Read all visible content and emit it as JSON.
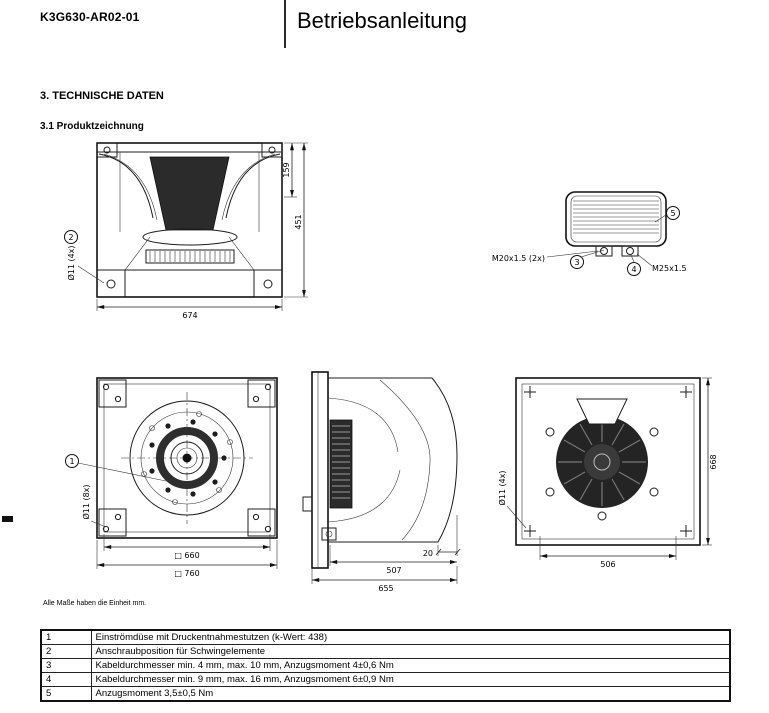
{
  "header": {
    "doc_number": "K3G630-AR02-01",
    "title": "Betriebsanleitung"
  },
  "section": {
    "heading": "3. TECHNISCHE DATEN",
    "subheading": "3.1 Produktzeichnung"
  },
  "drawings": {
    "fan_front": {
      "width": "674",
      "height_top": "159",
      "height_total": "451",
      "holes": "Ø11 (4x)",
      "callout": "2"
    },
    "terminal_box": {
      "gland_label": "M20x1.5 (2x)",
      "gland2_label": "M25x1.5",
      "callout_torque_small": "3",
      "callout_torque_large": "4",
      "callout_cover": "5"
    },
    "inlet_view": {
      "callout": "1",
      "holes": "Ø11 (8x)",
      "square_inner": "□ 660",
      "square_outer": "□ 760"
    },
    "side_view": {
      "depth_plate": "20",
      "depth_body": "507",
      "depth_total": "655"
    },
    "rear_view": {
      "holes": "Ø11 (4x)",
      "height": "668",
      "hole_spacing": "506"
    }
  },
  "note": "Alle Maße haben die Einheit mm.",
  "table": {
    "rows": [
      {
        "num": "1",
        "text": "Einströmdüse mit Druckentnahmestutzen (k-Wert: 438)"
      },
      {
        "num": "2",
        "text": "Anschraubposition für Schwingelemente"
      },
      {
        "num": "3",
        "text": "Kabeldurchmesser min. 4 mm, max. 10 mm, Anzugsmoment 4±0,6 Nm"
      },
      {
        "num": "4",
        "text": "Kabeldurchmesser min. 9 mm, max. 16 mm, Anzugsmoment 6±0,9 Nm"
      },
      {
        "num": "5",
        "text": "Anzugsmoment 3,5±0,5 Nm"
      }
    ]
  }
}
